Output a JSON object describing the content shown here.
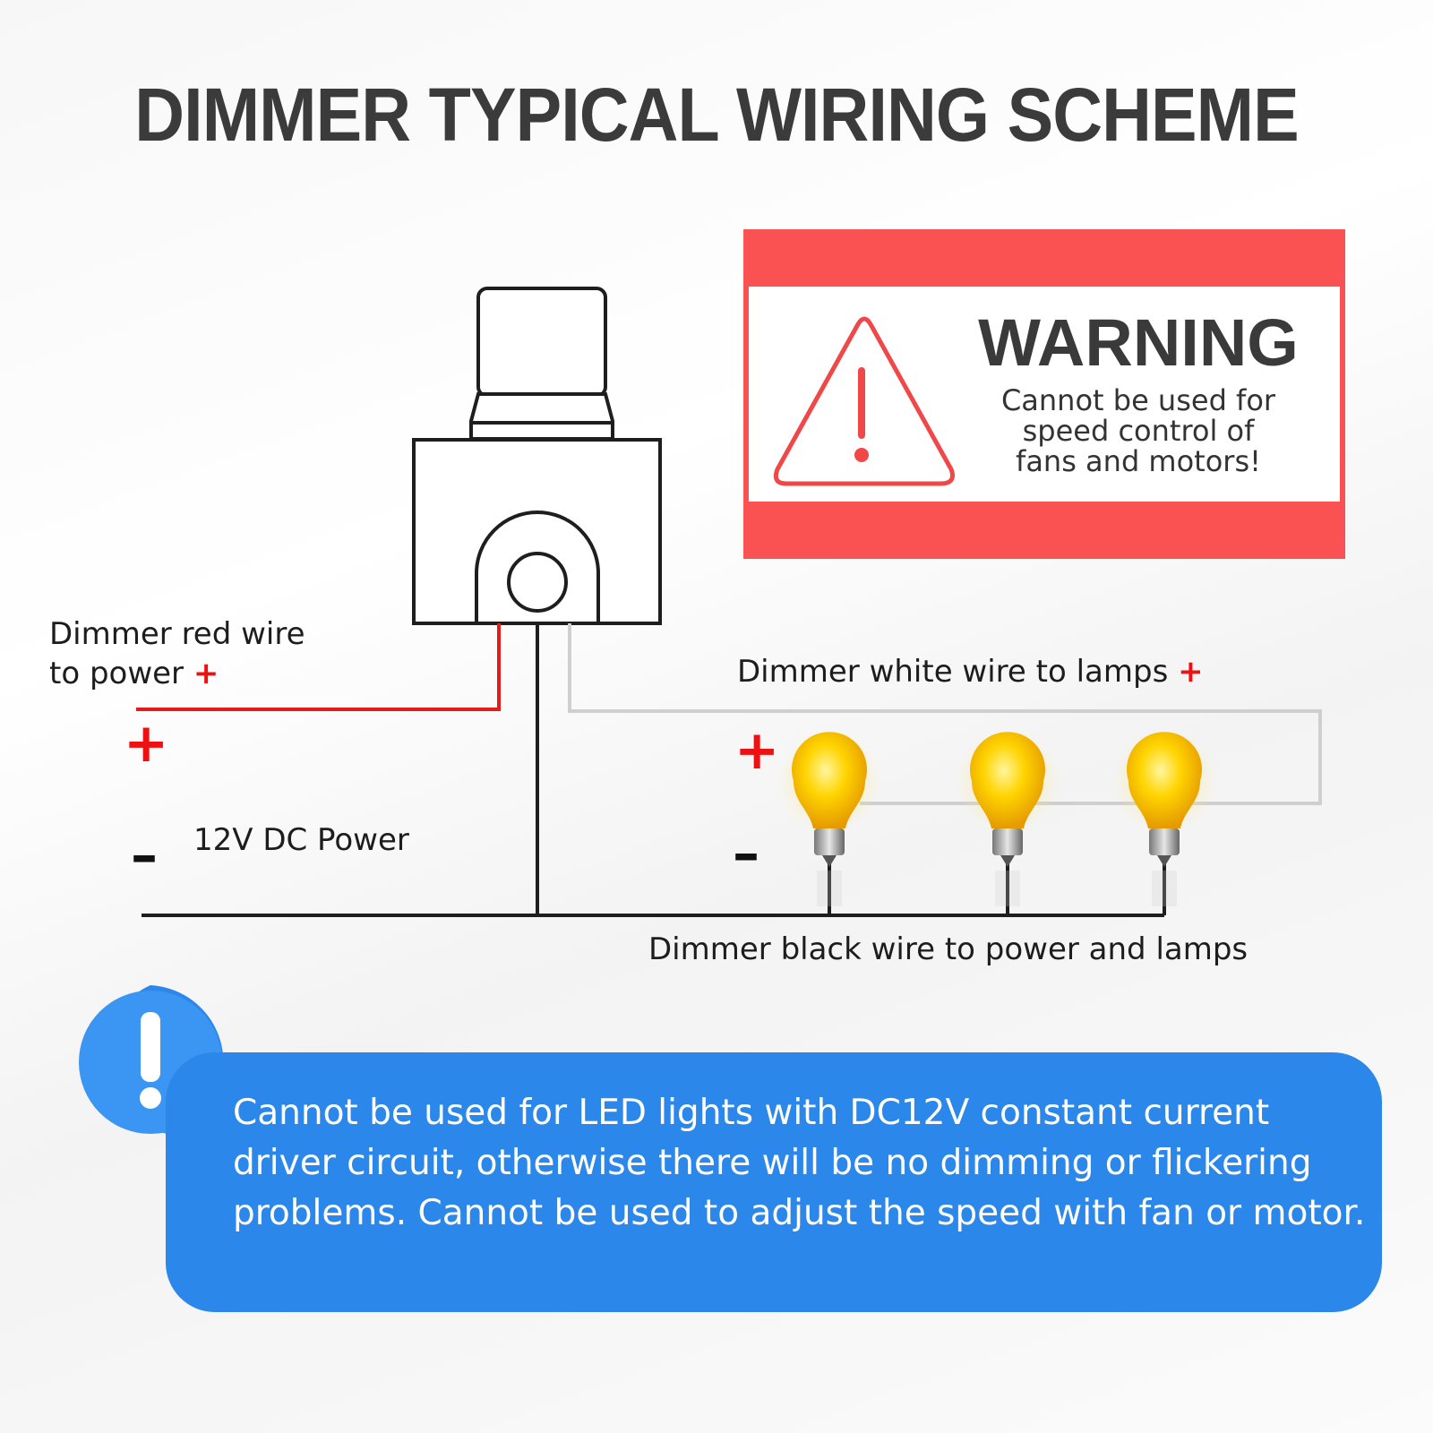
{
  "title": "DIMMER TYPICAL WIRING SCHEME",
  "warning": {
    "title": "WARNING",
    "text": "Cannot be used for\nspeed control of\nfans and motors!",
    "icon": "warning-triangle-icon",
    "color": "#fa5252"
  },
  "labels": {
    "red_wire_line1": "Dimmer red wire",
    "red_wire_line2": "to power",
    "white_wire": "Dimmer white wire to lamps",
    "power": "12V DC Power",
    "black_wire": "Dimmer black wire to power and lamps",
    "plus": "+",
    "minus": "–"
  },
  "wire_colors": {
    "red": "#e31b1b",
    "white": "#cfcfcf",
    "black": "#1e1e1e"
  },
  "lamps": [
    "lamp",
    "lamp",
    "lamp"
  ],
  "note": {
    "icon": "exclamation-bubble-icon",
    "text": "Cannot be used for LED lights with DC12V constant current driver circuit, otherwise there will be no dimming or flickering problems. Cannot be used to adjust the speed with fan or motor.",
    "color": "#2c87ea"
  }
}
